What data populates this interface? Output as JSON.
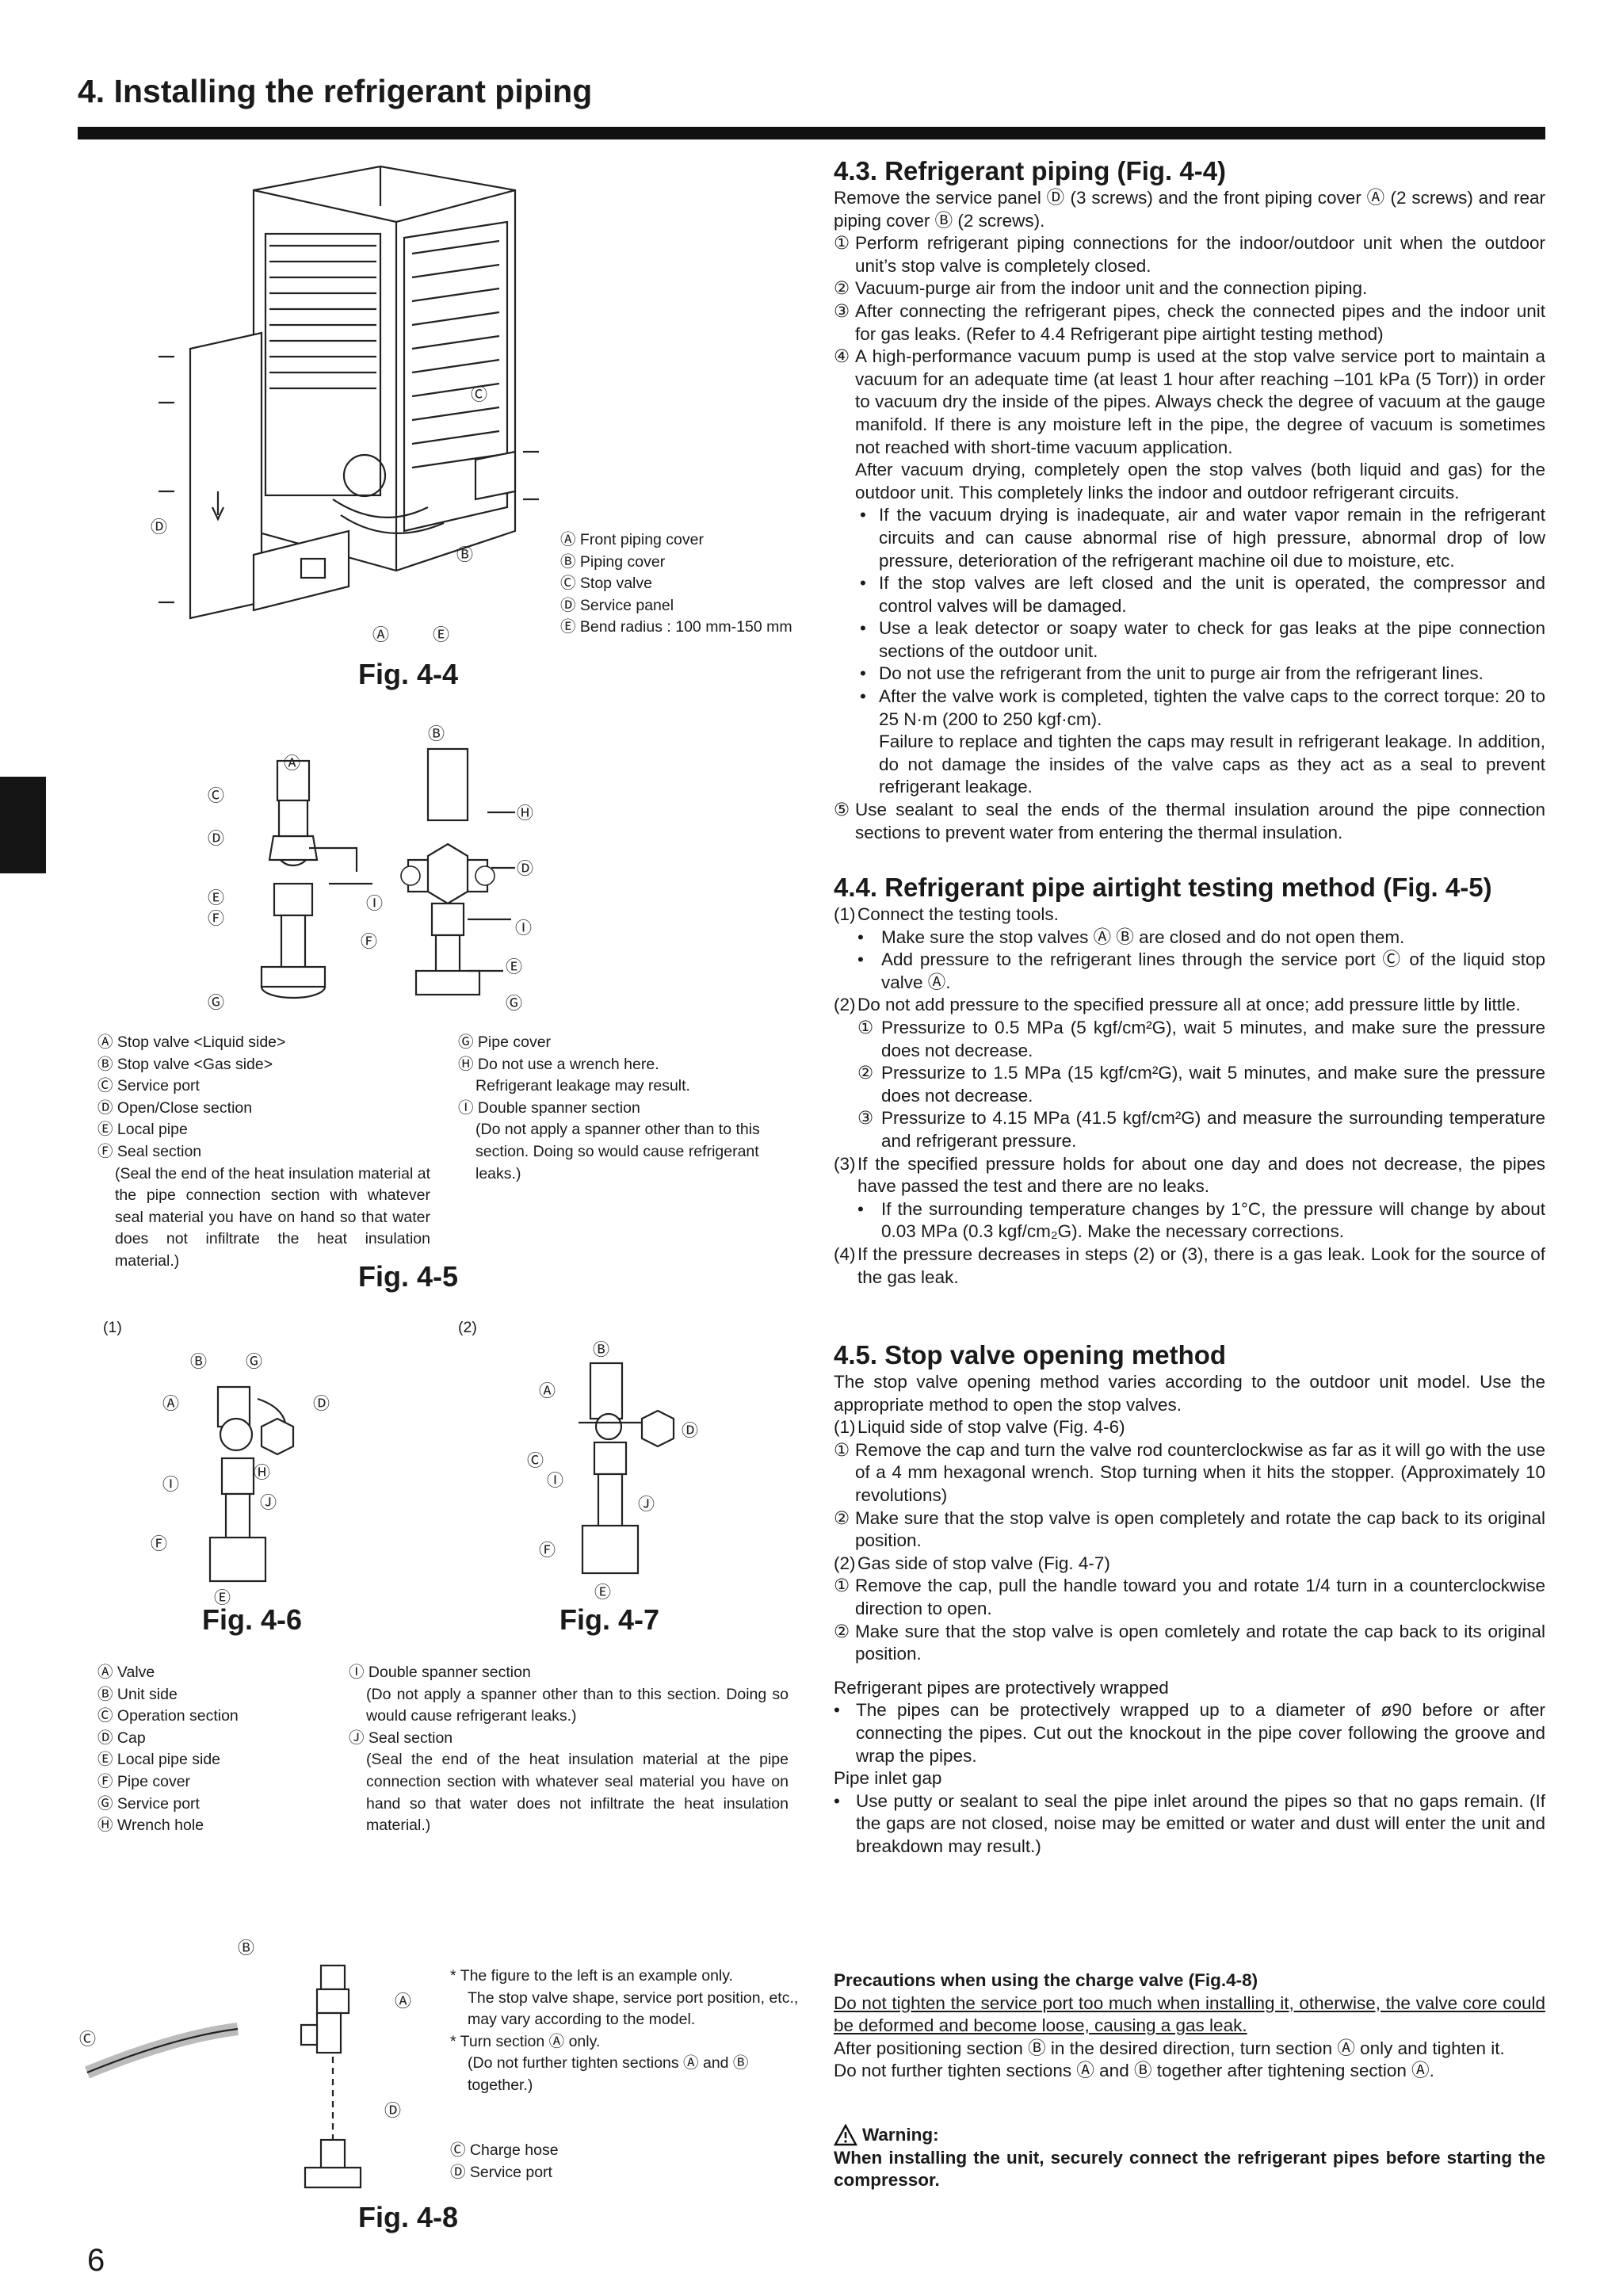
{
  "header": {
    "title": "4. Installing the refrigerant piping",
    "page_number": "6"
  },
  "fig44": {
    "caption": "Fig. 4-4",
    "labels": [
      "Ⓐ",
      "Ⓑ",
      "Ⓒ",
      "Ⓓ",
      "Ⓔ"
    ],
    "legend": [
      "Ⓐ  Front piping cover",
      "Ⓑ  Piping cover",
      "Ⓒ  Stop valve",
      "Ⓓ  Service panel",
      "Ⓔ  Bend radius : 100 mm-150 mm"
    ]
  },
  "fig45": {
    "caption": "Fig. 4-5",
    "labels": [
      "Ⓐ",
      "Ⓑ",
      "Ⓒ",
      "Ⓓ",
      "Ⓔ",
      "Ⓕ",
      "Ⓖ",
      "Ⓗ",
      "Ⓘ"
    ],
    "legend_left": [
      "Ⓐ  Stop valve <Liquid side>",
      "Ⓑ Stop valve <Gas side>",
      "Ⓒ Service port",
      "Ⓓ Open/Close section",
      "Ⓔ Local pipe",
      "Ⓕ Seal section",
      "(Seal the end of the heat insulation material at the pipe connection section with whatever seal material you have on hand so that water does not infiltrate the heat insulation material.)"
    ],
    "legend_right": [
      "Ⓖ Pipe cover",
      "Ⓗ Do not use a wrench here.",
      "Refrigerant leakage may result.",
      "Ⓘ Double spanner section",
      "(Do not apply a spanner other than to this section. Doing so would cause refrigerant leaks.)"
    ]
  },
  "fig46": {
    "caption": "Fig. 4-6",
    "tag": "(1)",
    "labels": [
      "Ⓐ",
      "Ⓑ",
      "Ⓓ",
      "Ⓔ",
      "Ⓕ",
      "Ⓖ",
      "Ⓗ",
      "Ⓘ",
      "Ⓙ"
    ]
  },
  "fig47": {
    "caption": "Fig. 4-7",
    "tag": "(2)",
    "labels": [
      "Ⓐ",
      "Ⓑ",
      "Ⓒ",
      "Ⓓ",
      "Ⓔ",
      "Ⓕ",
      "Ⓘ",
      "Ⓙ"
    ]
  },
  "fig4647_legend": {
    "left": [
      "Ⓐ Valve",
      "Ⓑ Unit side",
      "Ⓒ Operation section",
      "Ⓓ Cap",
      "Ⓔ Local pipe side",
      "Ⓕ Pipe cover",
      "Ⓖ Service port",
      "Ⓗ Wrench hole"
    ],
    "right": [
      "Ⓘ Double spanner section",
      "(Do not apply a spanner other than to this section. Doing so would cause refrigerant leaks.)",
      "Ⓙ Seal section",
      "(Seal the end of the heat insulation material at the pipe connection section with whatever seal material you have on hand so that water does not infiltrate the heat insulation material.)"
    ]
  },
  "fig48": {
    "caption": "Fig. 4-8",
    "labels": [
      "Ⓐ",
      "Ⓑ",
      "Ⓒ",
      "Ⓓ"
    ],
    "notes": [
      "* The figure to the left is an example only.",
      "The stop valve shape, service port position, etc., may vary according to the model.",
      "* Turn section Ⓐ only.",
      "(Do not further tighten sections Ⓐ and Ⓑ together.)"
    ],
    "legend": [
      "Ⓒ Charge hose",
      "Ⓓ Service port"
    ]
  },
  "s43": {
    "heading": "4.3. Refrigerant piping (Fig. 4-4)",
    "intro": "Remove the service panel Ⓓ (3 screws) and the front piping cover Ⓐ (2 screws) and rear piping cover Ⓑ (2 screws).",
    "items": [
      {
        "m": "①",
        "t": "Perform refrigerant piping connections for the indoor/outdoor unit when the outdoor unit’s stop valve is completely closed."
      },
      {
        "m": "②",
        "t": "Vacuum-purge air from the indoor unit and the connection piping."
      },
      {
        "m": "③",
        "t": "After connecting the refrigerant pipes, check the connected pipes and the indoor unit for gas leaks. (Refer to 4.4 Refrigerant pipe airtight testing method)"
      },
      {
        "m": "④",
        "t": "A high-performance vacuum pump is used at the stop valve service port to maintain a vacuum for an adequate time (at least 1 hour after reaching –101 kPa (5 Torr)) in order to vacuum dry the inside of the pipes. Always check the degree of vacuum at the gauge manifold. If there is any moisture left in the pipe, the degree of vacuum is sometimes not reached with short-time vacuum application."
      }
    ],
    "after_vacuum": "After vacuum drying, completely open the stop valves (both liquid and gas) for the outdoor unit. This completely links the indoor and outdoor refrigerant circuits.",
    "bullets": [
      "If the vacuum drying is inadequate, air and water vapor remain in the refrigerant circuits and can cause abnormal rise of high pressure, abnormal drop of low pressure, deterioration of the refrigerant machine oil due to moisture, etc.",
      "If the stop valves are left closed and the unit is operated, the compressor and control valves will be damaged.",
      "Use a leak detector or soapy water to check for gas leaks at the pipe connection sections of the outdoor unit.",
      "Do not use the refrigerant from the unit to purge air from the refrigerant lines.",
      "After the valve work is completed, tighten the valve caps to the correct torque: 20 to 25 N·m (200 to 250 kgf·cm)."
    ],
    "bullet_note": "Failure to replace and tighten the caps may result in refrigerant leakage. In addition, do not damage the insides of the valve caps as they act as a seal to prevent refrigerant leakage.",
    "item5": {
      "m": "⑤",
      "t": "Use sealant to seal the ends of the thermal insulation around the pipe connection sections to prevent water from entering the thermal insulation."
    }
  },
  "s44": {
    "heading": "4.4. Refrigerant pipe airtight testing method (Fig. 4-5)",
    "step1": {
      "m": "(1)",
      "t": "Connect the testing tools."
    },
    "step1_bullets": [
      "Make sure the stop valves Ⓐ Ⓑ are closed and do not open them.",
      "Add pressure to the refrigerant lines through the service port Ⓒ of the liquid stop valve Ⓐ."
    ],
    "step2": {
      "m": "(2)",
      "t": "Do not add pressure to the specified pressure all at once; add pressure little by little."
    },
    "step2_items": [
      {
        "m": "①",
        "t": "Pressurize to 0.5 MPa (5 kgf/cm²G), wait 5 minutes, and make sure the pressure does not decrease."
      },
      {
        "m": "②",
        "t": "Pressurize to 1.5 MPa (15 kgf/cm²G), wait 5 minutes, and make sure the pressure does not decrease."
      },
      {
        "m": "③",
        "t": "Pressurize to 4.15 MPa (41.5 kgf/cm²G) and measure the surrounding temperature and refrigerant pressure."
      }
    ],
    "step3": {
      "m": "(3)",
      "t": "If the specified pressure holds for about one day and does not decrease, the pipes have passed the test and there are no leaks."
    },
    "step3_bullets": [
      "If the surrounding temperature changes by 1°C, the pressure will change by about 0.03 MPa (0.3 kgf/cm₂G). Make the necessary corrections."
    ],
    "step4": {
      "m": "(4)",
      "t": "If the pressure decreases in steps (2) or (3), there is a gas leak. Look for the source of the gas leak."
    }
  },
  "s45": {
    "heading": "4.5. Stop valve opening method",
    "intro": "The stop valve opening method varies according to the outdoor unit model. Use the appropriate method to open the stop valves.",
    "liquid": {
      "m": "(1)",
      "t": "Liquid side of stop valve (Fig. 4-6)"
    },
    "liquid_items": [
      {
        "m": "①",
        "t": "Remove the cap and turn the valve rod counterclockwise as far as it will go with the use of a 4 mm hexagonal wrench. Stop turning when it hits the stopper. (Approximately 10 revolutions)"
      },
      {
        "m": "②",
        "t": "Make sure that the stop valve is open completely and rotate the cap back to its original position."
      }
    ],
    "gas": {
      "m": "(2)",
      "t": "Gas side of stop valve (Fig. 4-7)"
    },
    "gas_items": [
      {
        "m": "①",
        "t": "Remove the cap, pull the handle toward you and rotate 1/4 turn in a counterclockwise direction to open."
      },
      {
        "m": "②",
        "t": "Make sure that the stop valve is open comletely and rotate the cap back to its original position."
      }
    ],
    "wrap_title": "Refrigerant pipes are protectively wrapped",
    "wrap_bullet": "The pipes can be protectively wrapped up to a diameter of ø90 before or after connecting the pipes. Cut out the knockout in the pipe cover following the groove and wrap the pipes.",
    "gap_title": "Pipe inlet gap",
    "gap_bullet": "Use putty or sealant to seal the pipe inlet around the pipes so that no gaps remain. (If the gaps are not closed, noise may be emitted or water and dust will enter the unit and breakdown may result.)"
  },
  "precautions": {
    "title": "Precautions when using the charge valve (Fig.4-8)",
    "underlined": "Do not tighten the service port too much when installing it, otherwise, the valve core could be deformed and become loose, causing a gas leak.",
    "p1": "After positioning section Ⓑ in the desired direction, turn section Ⓐ only and tighten it.",
    "p2": "Do not further tighten sections Ⓐ and Ⓑ together after tightening section Ⓐ."
  },
  "warning": {
    "icon": "warning-triangle-icon",
    "title": "Warning:",
    "text": "When installing the unit, securely connect the refrigerant pipes before starting the compressor."
  }
}
